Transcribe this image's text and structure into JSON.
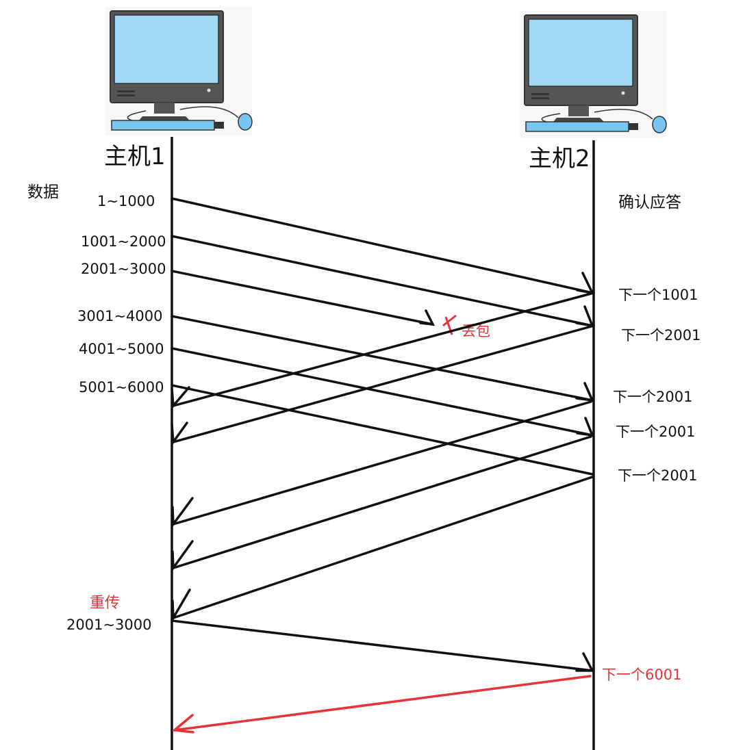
{
  "hosts": {
    "left": "主机1",
    "right": "主机2"
  },
  "columns": {
    "data": "数据",
    "ack": "确认应答"
  },
  "segments": [
    "1~1000",
    "1001~2000",
    "2001~3000",
    "3001~4000",
    "4001~5000",
    "5001~6000"
  ],
  "acks": [
    "下一个1001",
    "下一个2001",
    "下一个2001",
    "下一个2001",
    "下一个2001"
  ],
  "lost_label": "丢包",
  "retransmit": {
    "label": "重传",
    "range": "2001~3000",
    "ack": "下一个6001"
  },
  "colors": {
    "line": "#111111",
    "highlight": "#e8333a",
    "screen": "#9fd8f5",
    "monitor": "#5a5a5a",
    "keyboard": "#77c6ef"
  },
  "icons": [
    "computer-icon",
    "computer-icon"
  ]
}
